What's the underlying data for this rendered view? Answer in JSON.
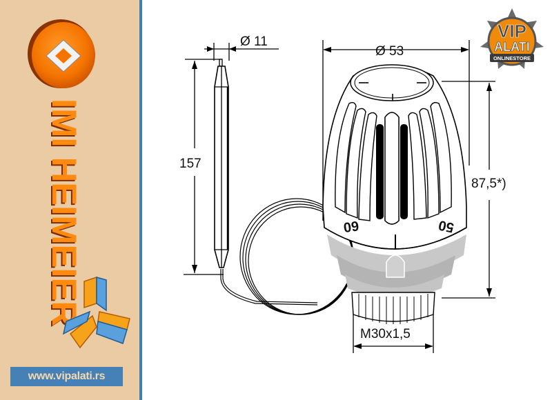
{
  "sidebar": {
    "brand_name": "IMI HEIMEIER",
    "website": "www.vipalati.rs",
    "colors": {
      "background": "#ebcba3",
      "border": "#3e7eb0",
      "brand_orange": "#f57c00",
      "url_bar": "#4580b6"
    }
  },
  "badge": {
    "line1": "VIP",
    "line2": "ALATI",
    "line3": "ONLINESTORE"
  },
  "drawing": {
    "dimensions": {
      "sensor_diameter": "Ø 11",
      "head_diameter": "Ø 53",
      "sensor_length": "157",
      "head_height": "87,5*)",
      "thread": "M30x1,5"
    },
    "dial": {
      "left_number": "60",
      "right_number": "50"
    }
  }
}
